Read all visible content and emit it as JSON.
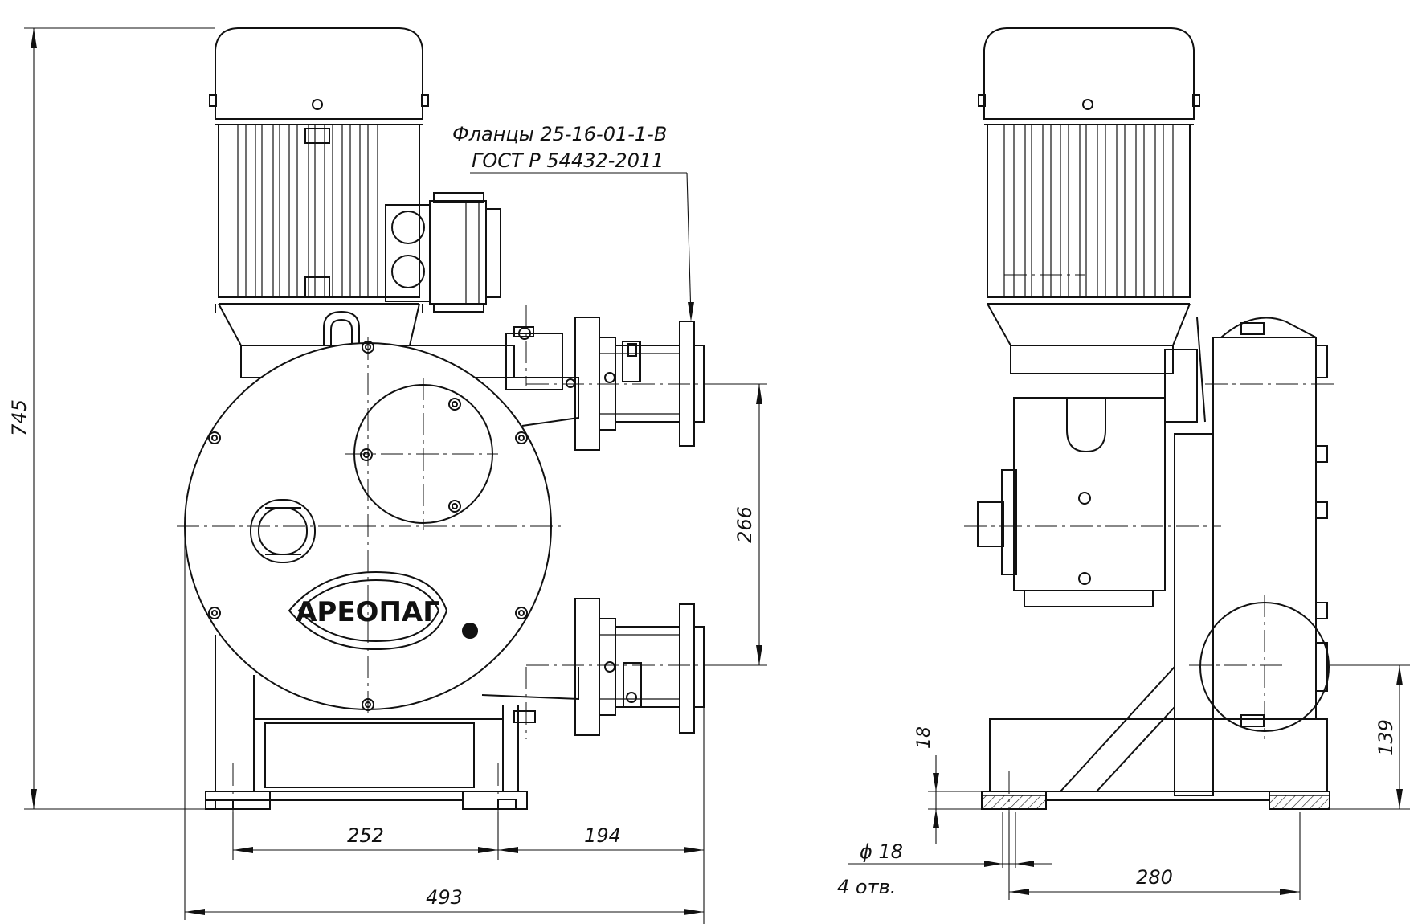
{
  "drawing": {
    "dimensions": {
      "height_total": "745",
      "flange_spacing": "266",
      "base_width": "252",
      "flange_offset": "194",
      "total_width": "493",
      "foot_height": "18",
      "outlet_height": "139",
      "mount_spacing": "280",
      "hole_diameter": "ϕ 18",
      "hole_count": "4 отв."
    },
    "callout": {
      "line1": "Фланцы 25-16-01-1-В",
      "line2": "ГОСТ Р 54432-2011"
    },
    "brand_logo": "АРЕОПАГ"
  }
}
